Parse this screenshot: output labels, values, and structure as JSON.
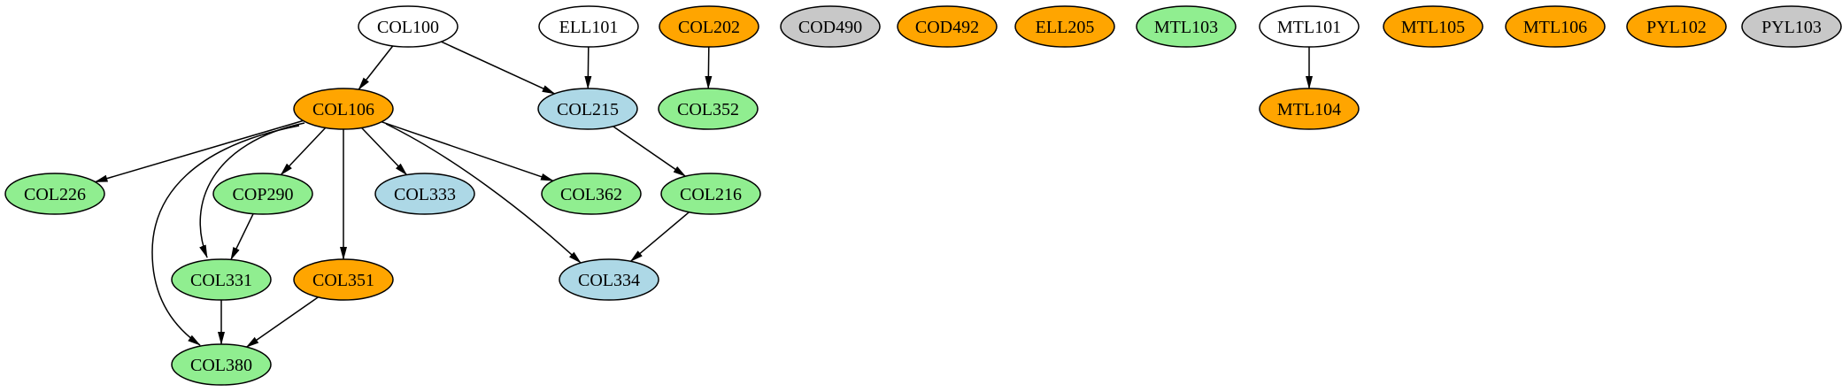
{
  "diagram": {
    "type": "directed-graph-course-prerequisites",
    "palette": {
      "white": "#ffffff",
      "orange": "#ffa500",
      "green": "#90ee90",
      "blue": "#add8e6",
      "gray": "#c8c8c8",
      "stroke": "#000000"
    },
    "nodes": [
      {
        "id": "COL100",
        "label": "COL100",
        "color": "white"
      },
      {
        "id": "ELL101",
        "label": "ELL101",
        "color": "white"
      },
      {
        "id": "COL202",
        "label": "COL202",
        "color": "orange"
      },
      {
        "id": "COD490",
        "label": "COD490",
        "color": "gray"
      },
      {
        "id": "COD492",
        "label": "COD492",
        "color": "orange"
      },
      {
        "id": "ELL205",
        "label": "ELL205",
        "color": "orange"
      },
      {
        "id": "MTL103",
        "label": "MTL103",
        "color": "green"
      },
      {
        "id": "MTL101",
        "label": "MTL101",
        "color": "white"
      },
      {
        "id": "MTL105",
        "label": "MTL105",
        "color": "orange"
      },
      {
        "id": "MTL106",
        "label": "MTL106",
        "color": "orange"
      },
      {
        "id": "PYL102",
        "label": "PYL102",
        "color": "orange"
      },
      {
        "id": "PYL103",
        "label": "PYL103",
        "color": "gray"
      },
      {
        "id": "COL106",
        "label": "COL106",
        "color": "orange"
      },
      {
        "id": "COL215",
        "label": "COL215",
        "color": "blue"
      },
      {
        "id": "COL352",
        "label": "COL352",
        "color": "green"
      },
      {
        "id": "MTL104",
        "label": "MTL104",
        "color": "orange"
      },
      {
        "id": "COL226",
        "label": "COL226",
        "color": "green"
      },
      {
        "id": "COP290",
        "label": "COP290",
        "color": "green"
      },
      {
        "id": "COL333",
        "label": "COL333",
        "color": "blue"
      },
      {
        "id": "COL362",
        "label": "COL362",
        "color": "green"
      },
      {
        "id": "COL216",
        "label": "COL216",
        "color": "green"
      },
      {
        "id": "COL331",
        "label": "COL331",
        "color": "green"
      },
      {
        "id": "COL351",
        "label": "COL351",
        "color": "orange"
      },
      {
        "id": "COL334",
        "label": "COL334",
        "color": "blue"
      },
      {
        "id": "COL380",
        "label": "COL380",
        "color": "green"
      }
    ],
    "edges": [
      {
        "from": "COL100",
        "to": "COL106"
      },
      {
        "from": "COL100",
        "to": "COL215"
      },
      {
        "from": "ELL101",
        "to": "COL215"
      },
      {
        "from": "COL202",
        "to": "COL352"
      },
      {
        "from": "MTL101",
        "to": "MTL104"
      },
      {
        "from": "COL106",
        "to": "COL226"
      },
      {
        "from": "COL106",
        "to": "COP290"
      },
      {
        "from": "COL106",
        "to": "COL333"
      },
      {
        "from": "COL106",
        "to": "COL362"
      },
      {
        "from": "COL106",
        "to": "COL331"
      },
      {
        "from": "COL106",
        "to": "COL351"
      },
      {
        "from": "COL106",
        "to": "COL380"
      },
      {
        "from": "COL106",
        "to": "COL334"
      },
      {
        "from": "COP290",
        "to": "COL331"
      },
      {
        "from": "COL215",
        "to": "COL216"
      },
      {
        "from": "COL216",
        "to": "COL334"
      },
      {
        "from": "COL331",
        "to": "COL380"
      },
      {
        "from": "COL351",
        "to": "COL380"
      }
    ]
  }
}
